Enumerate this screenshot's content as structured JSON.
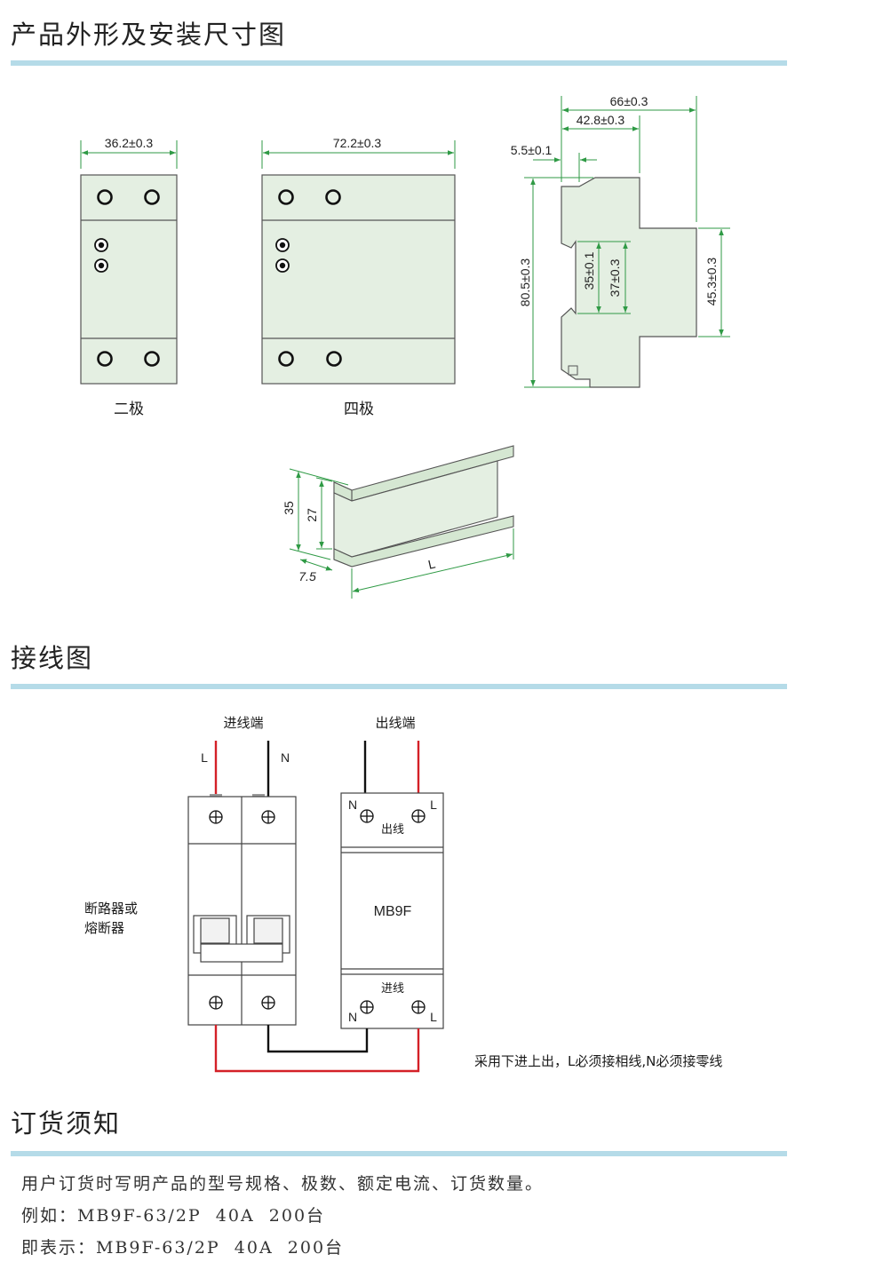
{
  "sections": {
    "dimensions_title": "产品外形及安装尺寸图",
    "wiring_title": "接线图",
    "ordering_title": "订货须知"
  },
  "dimensions": {
    "two_pole_width": "36.2±0.3",
    "four_pole_width": "72.2±0.3",
    "two_pole_label": "二极",
    "four_pole_label": "四极",
    "side_total_depth": "66±0.3",
    "side_mid_depth": "42.8±0.3",
    "side_clip_offset": "5.5±0.1",
    "side_height": "80.5±0.3",
    "side_rail_inner": "35±0.1",
    "side_rail_outer": "37±0.3",
    "side_front_height": "45.3±0.3",
    "rail_height": "35",
    "rail_inner": "27",
    "rail_flange": "7.5",
    "rail_length": "L"
  },
  "wiring": {
    "input_end": "进线端",
    "output_end": "出线端",
    "L": "L",
    "N": "N",
    "breaker_label_line1": "断路器或",
    "breaker_label_line2": "熔断器",
    "out_terminal_label": "出线",
    "in_terminal_label": "进线",
    "model": "MB9F",
    "note": "采用下进上出，L必须接相线,N必须接零线",
    "colors": {
      "live": "#d42027",
      "neutral": "#111111",
      "device_fill": "#ffffff"
    }
  },
  "ordering": {
    "line1": "用户订货时写明产品的型号规格、极数、额定电流、订货数量。",
    "line2": "例如：MB9F-63/2P  40A  200台",
    "line3": "即表示：MB9F-63/2P  40A  200台"
  },
  "colors": {
    "accent_rule": "#b5dbe8",
    "dim_green": "#2f9a45",
    "body_fill": "#e4efe2"
  }
}
